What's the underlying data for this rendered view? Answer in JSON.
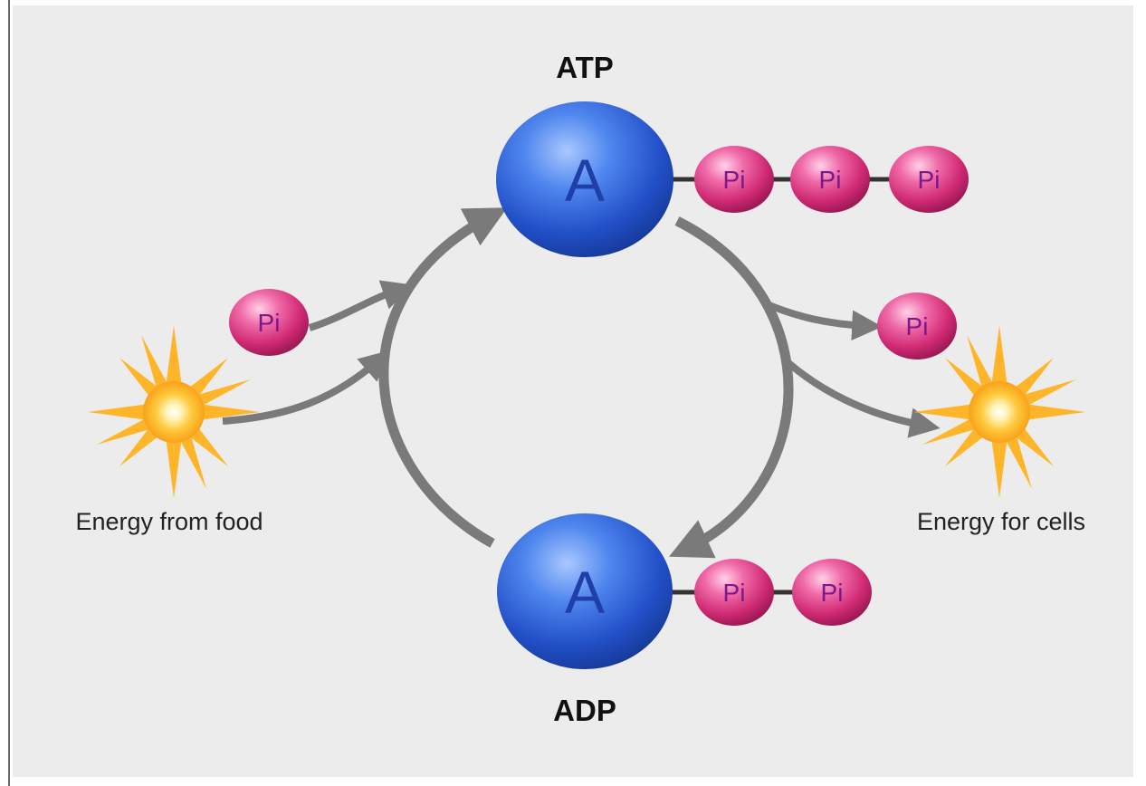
{
  "diagram": {
    "atp": {
      "label": "ATP",
      "core_letter": "A",
      "phosphates": [
        "Pi",
        "Pi",
        "Pi"
      ]
    },
    "adp": {
      "label": "ADP",
      "core_letter": "A",
      "phosphates": [
        "Pi",
        "Pi"
      ]
    },
    "input_phosphate": "Pi",
    "output_phosphate": "Pi",
    "energy_in_label": "Energy from food",
    "energy_out_label": "Energy for cells"
  },
  "colors": {
    "background": "#ececec",
    "arrow": "#7a7a7a",
    "adenosine_blue": "#2f5ed8",
    "phosphate_pink": "#d8347a",
    "phosphate_text": "#7a1a8a",
    "sun": "#f7a21b"
  }
}
